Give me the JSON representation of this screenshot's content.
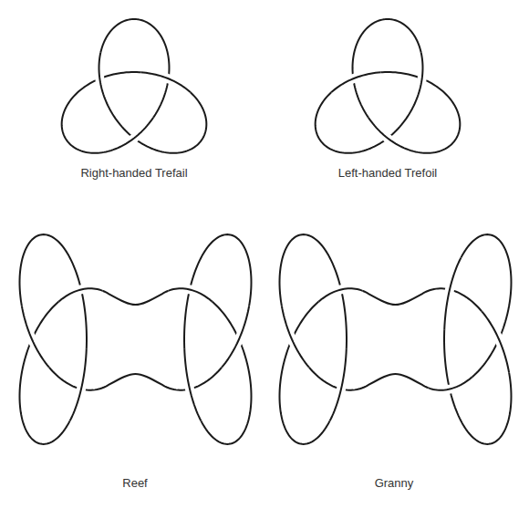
{
  "diagram": {
    "labels": [
      "Right-handed Trefail",
      "Left-handed Trefoil",
      "Reef",
      "Granny"
    ]
  }
}
